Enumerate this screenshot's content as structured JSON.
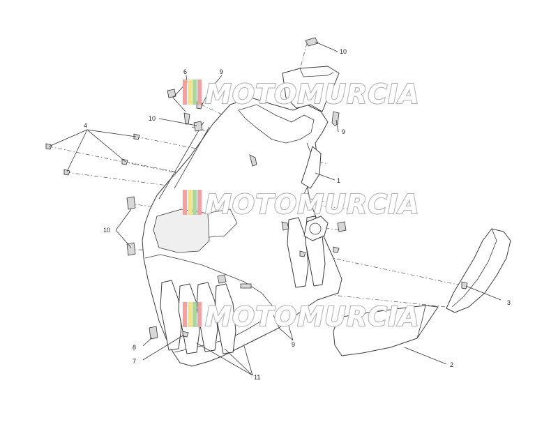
{
  "watermark": {
    "brand": "MOTOMURCIA",
    "stripe_colors": [
      "#f2a0a0",
      "#f6e08a",
      "#a8d8a0",
      "#f2a0a0"
    ]
  },
  "callouts": {
    "c1": "1",
    "c2": "2",
    "c3": "3",
    "c4": "4",
    "c6": "6",
    "c7": "7",
    "c8": "8",
    "c9a": "9",
    "c9b": "9",
    "c9c": "9",
    "c10a": "10",
    "c10b": "10",
    "c10c": "10",
    "c11": "11"
  }
}
